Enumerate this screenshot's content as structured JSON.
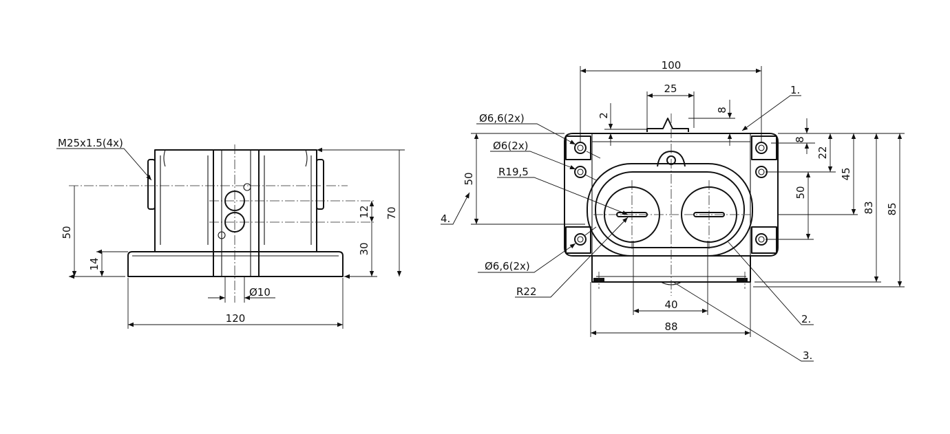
{
  "side_view": {
    "thread_callout": "M25x1.5(4x)",
    "dim_height_axis": "50",
    "dim_base_height": "14",
    "dim_hole_pitch": "12",
    "dim_hole_height": "30",
    "dim_total_height": "70",
    "dim_hole_dia": "Ø10",
    "dim_total_width": "120"
  },
  "front_view": {
    "dim_total_width": "100",
    "dim_plunger_width": "25",
    "dim_top_offset": "2",
    "dim_plunger_height": "8",
    "dim_right_8": "8",
    "dim_22": "22",
    "dim_45": "45",
    "dim_50_right": "50",
    "dim_83": "83",
    "dim_85": "85",
    "dim_50_left": "50",
    "hole_top_callout": "Ø6,6(2x)",
    "hole_mid_callout": "Ø6(2x)",
    "radius_inner": "R19,5",
    "hole_bottom_callout": "Ø6,6(2x)",
    "radius_outer": "R22",
    "dim_40": "40",
    "dim_88": "88",
    "item_1": "1.",
    "item_2": "2.",
    "item_3": "3.",
    "item_4": "4."
  }
}
